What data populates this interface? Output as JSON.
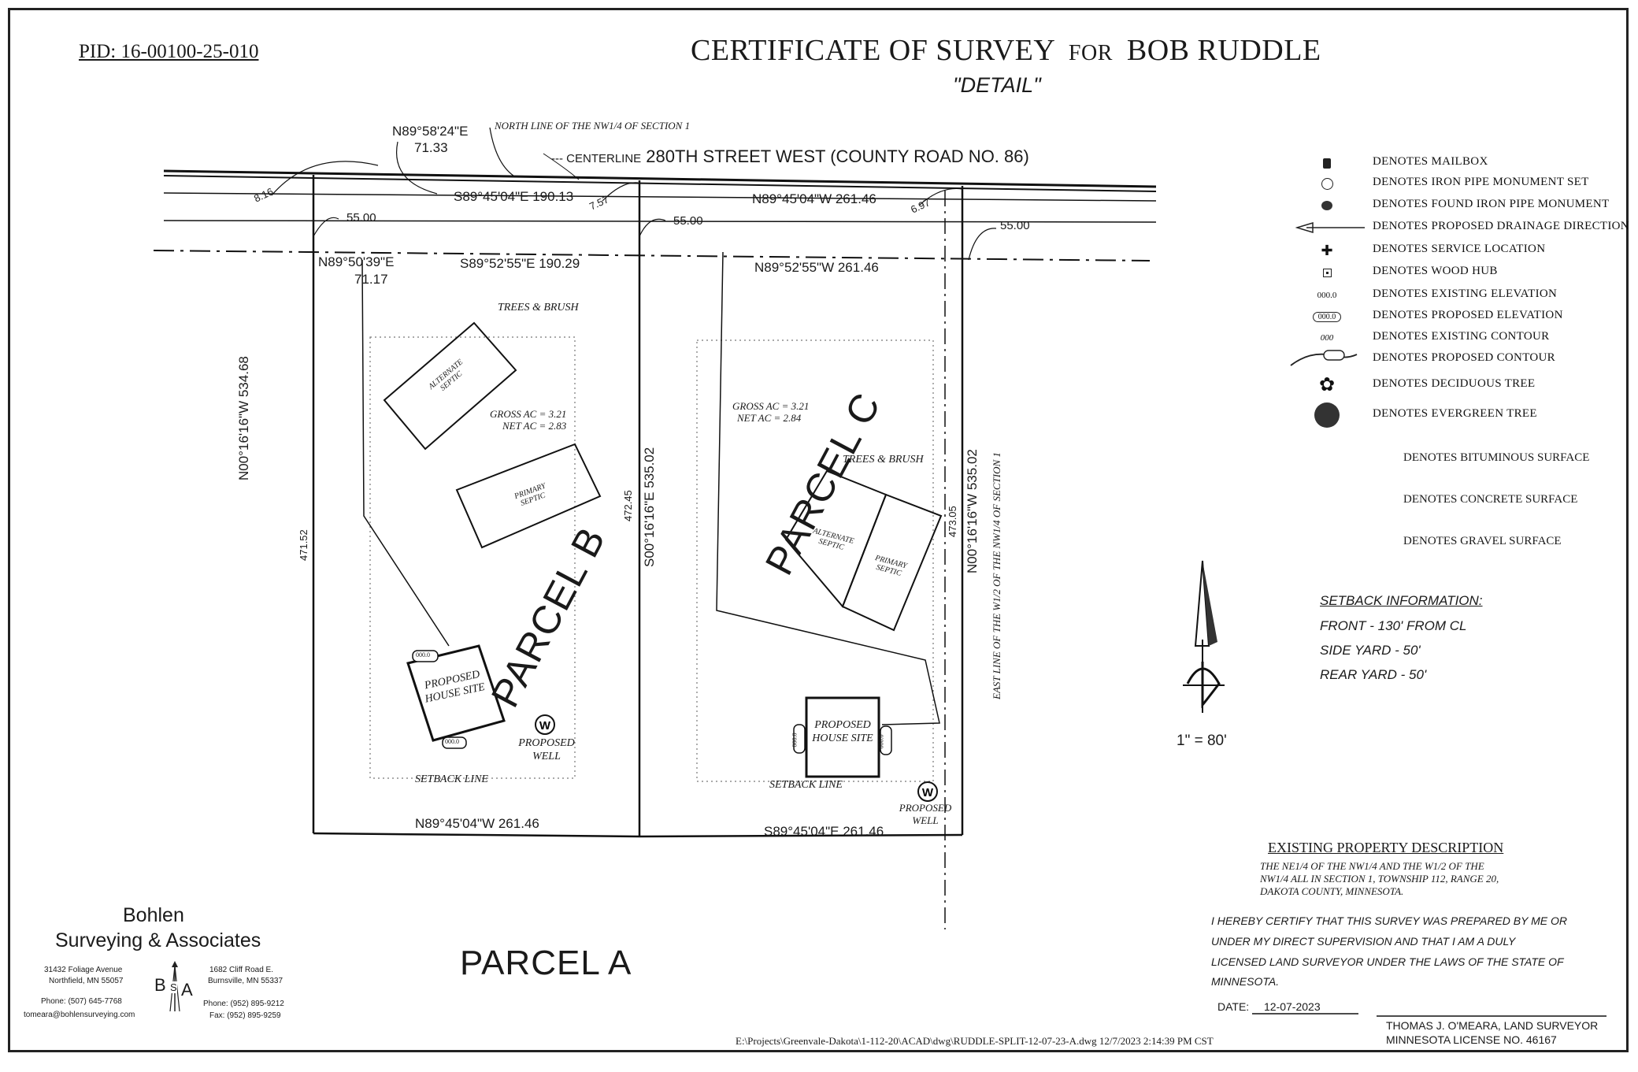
{
  "header": {
    "pid": "PID: 16-00100-25-010",
    "title_main": "CERTIFICATE OF SURVEY",
    "title_for": "FOR",
    "title_name": "BOB RUDDLE",
    "subtitle": "\"DETAIL\""
  },
  "road": {
    "centerline_prefix": "--- CENTERLINE",
    "street": "280TH STREET WEST (COUNTY ROAD NO. 86)",
    "north_line": "NORTH LINE OF THE NW1/4 OF SECTION 1"
  },
  "bearings": {
    "b1": "N89°58'24\"E",
    "b1_dist": "71.33",
    "b2": "S89°45'04\"E  190.13",
    "b3": "N89°45'04\"W  261.46",
    "b4": "N89°50'39\"E",
    "b4_dist": "71.17",
    "b5": "S89°52'55\"E  190.29",
    "b6": "N89°52'55\"W  261.46",
    "left_side": "N00°16'16\"W  534.68",
    "mid_side": "S00°16'16\"E  535.02",
    "right_side": "N00°16'16\"W  535.02",
    "bottom_b": "N89°45'04\"W  261.46",
    "bottom_c": "S89°45'04\"E  261.46",
    "d_816": "8.16",
    "d_757": "7.57",
    "d_697": "6.97",
    "row_55_a": "55.00",
    "row_55_b": "55.00",
    "row_55_c": "55.00",
    "d_47152": "471.52",
    "d_47245": "472.45",
    "d_47305": "473.05",
    "east_line": "EAST LINE OF THE W1/2 OF THE NW1/4 OF SECTION 1"
  },
  "parcels": {
    "b": {
      "label": "PARCEL B",
      "trees": "TREES & BRUSH",
      "alt_septic": "ALTERNATE SEPTIC",
      "primary_septic": "PRIMARY SEPTIC",
      "gross": "GROSS AC = 3.21",
      "net": "NET AC = 2.83",
      "house": "PROPOSED HOUSE SITE",
      "well": "PROPOSED WELL",
      "setback": "SETBACK LINE",
      "elev_a": "000.0",
      "elev_b": "000.0"
    },
    "c": {
      "label": "PARCEL C",
      "trees": "TREES & BRUSH",
      "alt_septic": "ALTERNATE SEPTIC",
      "primary_septic": "PRIMARY SEPTIC",
      "gross": "GROSS AC = 3.21",
      "net": "NET AC = 2.84",
      "house": "PROPOSED HOUSE SITE",
      "well": "PROPOSED WELL",
      "setback": "SETBACK LINE",
      "elev_a": "000.0",
      "elev_b": "000.0"
    },
    "a": {
      "label": "PARCEL  A"
    }
  },
  "legend": [
    {
      "icon": "mailbox-icon",
      "text": "DENOTES MAILBOX"
    },
    {
      "icon": "iron-pipe-set-icon",
      "text": "DENOTES IRON PIPE MONUMENT SET"
    },
    {
      "icon": "iron-pipe-found-icon",
      "text": "DENOTES FOUND IRON PIPE MONUMENT"
    },
    {
      "icon": "drainage-arrow-icon",
      "text": "DENOTES PROPOSED DRAINAGE DIRECTION"
    },
    {
      "icon": "service-location-icon",
      "text": "DENOTES SERVICE LOCATION"
    },
    {
      "icon": "wood-hub-icon",
      "text": "DENOTES WOOD HUB"
    },
    {
      "icon": "existing-elevation-icon",
      "text": "DENOTES EXISTING ELEVATION",
      "sym": "000.0"
    },
    {
      "icon": "proposed-elevation-icon",
      "text": "DENOTES PROPOSED ELEVATION",
      "sym": "000.0"
    },
    {
      "icon": "existing-contour-icon",
      "text": "DENOTES EXISTING CONTOUR",
      "sym": "000"
    },
    {
      "icon": "proposed-contour-icon",
      "text": "DENOTES PROPOSED CONTOUR"
    },
    {
      "icon": "deciduous-tree-icon",
      "text": "DENOTES DECIDUOUS TREE"
    },
    {
      "icon": "evergreen-tree-icon",
      "text": "DENOTES EVERGREEN TREE"
    }
  ],
  "surfaces": {
    "bituminous": "DENOTES BITUMINOUS SURFACE",
    "concrete": "DENOTES CONCRETE SURFACE",
    "gravel": "DENOTES GRAVEL SURFACE"
  },
  "setback_info": {
    "title": "SETBACK INFORMATION:",
    "front": "FRONT - 130' FROM CL",
    "side": "SIDE YARD - 50'",
    "rear": "REAR YARD - 50'"
  },
  "scale": "1\" = 80'",
  "description": {
    "title": "EXISTING PROPERTY DESCRIPTION",
    "line1": "THE NE1/4 OF THE NW1/4 AND THE W1/2 OF THE",
    "line2": "NW1/4 ALL IN SECTION 1, TOWNSHIP 112, RANGE 20,",
    "line3": "DAKOTA COUNTY, MINNESOTA."
  },
  "certification": {
    "line1": "I HEREBY CERTIFY THAT THIS SURVEY WAS PREPARED BY ME OR",
    "line2": "UNDER MY DIRECT SUPERVISION AND THAT I AM A DULY",
    "line3": "LICENSED LAND SURVEYOR UNDER THE LAWS OF THE STATE OF",
    "line4": "MINNESOTA.",
    "date_label": "DATE:",
    "date_value": "12-07-2023",
    "surveyor": "THOMAS J. O'MEARA, LAND SURVEYOR",
    "license": "MINNESOTA LICENSE NO. 46167"
  },
  "company": {
    "name1": "Bohlen",
    "name2": "Surveying & Associates",
    "addr_left_1": "31432 Foliage Avenue",
    "addr_left_2": "Northfield, MN 55057",
    "addr_right_1": "1682 Cliff Road E.",
    "addr_right_2": "Burnsville, MN 55337",
    "phone_left": "Phone: (507) 645-7768",
    "email": "tomeara@bohlensurveying.com",
    "phone_right": "Phone: (952) 895-9212",
    "fax_right": "Fax: (952) 895-9259",
    "logo_b": "B",
    "logo_s": "S",
    "logo_a": "A"
  },
  "filepath": "E:\\Projects\\Greenvale-Dakota\\1-112-20\\ACAD\\dwg\\RUDDLE-SPLIT-12-07-23-A.dwg  12/7/2023  2:14:39 PM CST"
}
